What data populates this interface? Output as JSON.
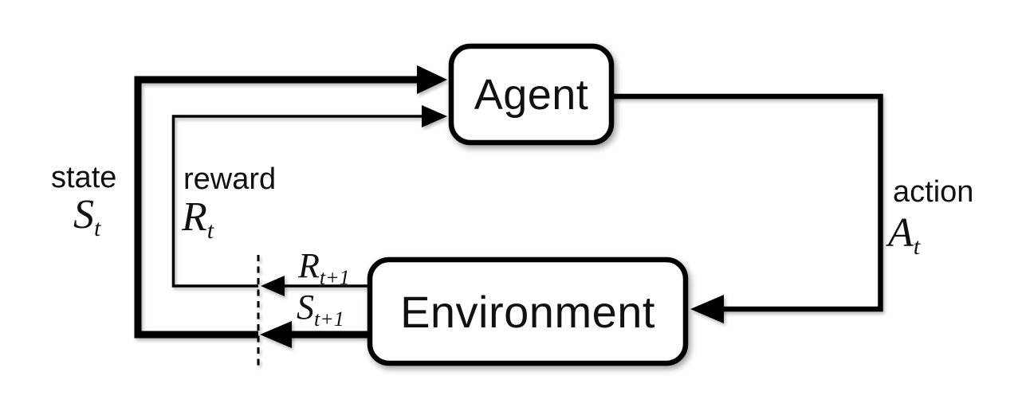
{
  "diagram": {
    "title_semantic": "agent-environment-interaction-loop",
    "nodes": {
      "agent": {
        "label": "Agent"
      },
      "environment": {
        "label": "Environment"
      }
    },
    "edges": {
      "state": {
        "word": "state",
        "symbol_base": "S",
        "symbol_sub": "t"
      },
      "reward": {
        "word": "reward",
        "symbol_base": "R",
        "symbol_sub": "t"
      },
      "action": {
        "word": "action",
        "symbol_base": "A",
        "symbol_sub": "t"
      },
      "next_reward": {
        "symbol_base": "R",
        "symbol_sub": "t+1"
      },
      "next_state": {
        "symbol_base": "S",
        "symbol_sub": "t+1"
      }
    },
    "colors": {
      "line": "#000000",
      "background": "#ffffff",
      "box_fill": "#ffffff",
      "text": "#111111"
    }
  }
}
